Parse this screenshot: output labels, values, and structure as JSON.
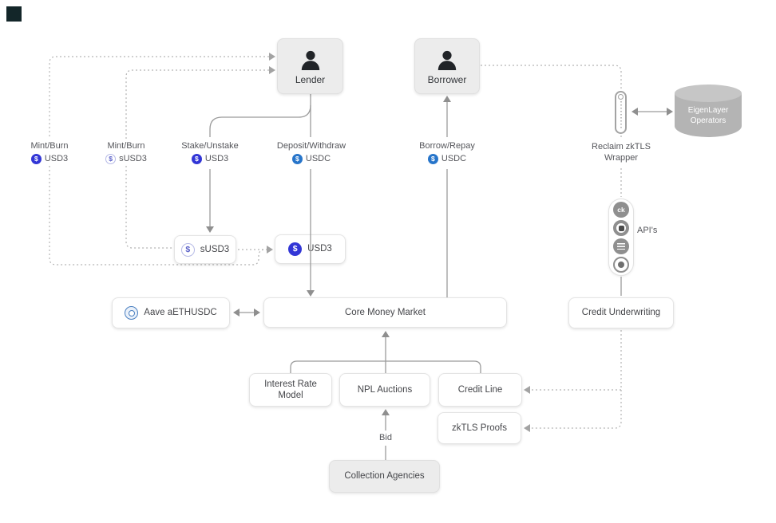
{
  "colors": {
    "usd3_blue": "#3236d6",
    "usdc_blue": "#2775ca",
    "susd3_border": "#b6bae6",
    "susd3_glyph": "#5a60c8",
    "aave_blue": "#4a7fc0",
    "box_border": "#e4e4e4",
    "box_fill": "#ffffff",
    "actor_fill": "#ececec",
    "line_gray": "#9b9b9b",
    "dotted_gray": "#b3b3b3",
    "cylinder_gray": "#b4b4b4",
    "cylinder_top": "#c6c6c6",
    "corner_mark": "#132629"
  },
  "nodes": {
    "lender": {
      "label": "Lender"
    },
    "borrower": {
      "label": "Borrower"
    },
    "eigenlayer": {
      "line1": "EigenLayer",
      "line2": "Operators"
    },
    "susd3_box": {
      "label": "sUSD3"
    },
    "usd3_box": {
      "label": "USD3"
    },
    "aave": {
      "label": "Aave aETHUSDC"
    },
    "core_money_market": {
      "label": "Core Money Market"
    },
    "credit_underwriting": {
      "label": "Credit Underwriting"
    },
    "interest_rate_model": {
      "line1": "Interest Rate",
      "line2": "Model"
    },
    "npl_auctions": {
      "label": "NPL Auctions"
    },
    "credit_line": {
      "label": "Credit Line"
    },
    "zktls_proofs": {
      "label": "zkTLS Proofs"
    },
    "collection_agencies": {
      "label": "Collection Agencies"
    }
  },
  "edge_labels": {
    "mint_burn_usd3": {
      "action": "Mint/Burn",
      "token": "USD3"
    },
    "mint_burn_susd3": {
      "action": "Mint/Burn",
      "token": "sUSD3"
    },
    "stake_unstake": {
      "action": "Stake/Unstake",
      "token": "USD3"
    },
    "deposit_withdraw": {
      "action": "Deposit/Withdraw",
      "token": "USDC"
    },
    "borrow_repay": {
      "action": "Borrow/Repay",
      "token": "USDC"
    },
    "reclaim_wrapper": {
      "line1": "Reclaim zkTLS",
      "line2": "Wrapper"
    },
    "apis": {
      "label": "API's"
    },
    "bid": {
      "label": "Bid"
    }
  },
  "icons": {
    "person": "person-silhouette",
    "usd3_glyph": "$",
    "susd3_glyph": "$",
    "usdc_glyph": "$",
    "ck_text": "ck"
  }
}
